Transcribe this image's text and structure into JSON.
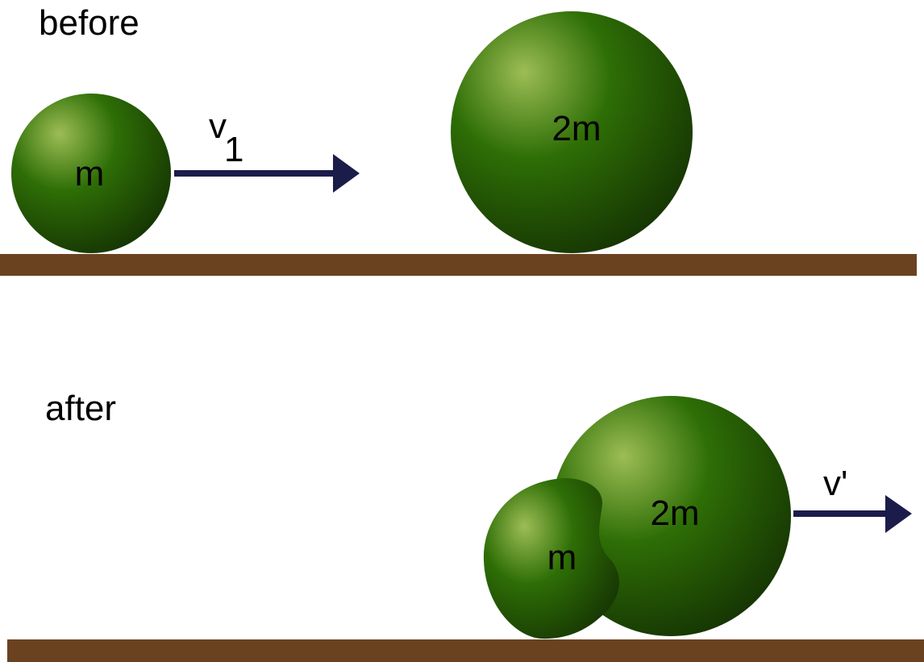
{
  "before": {
    "title": "before",
    "small_mass": {
      "label": "m"
    },
    "large_mass": {
      "label": "2m"
    },
    "velocity": {
      "symbol": "v",
      "subscript": "1"
    }
  },
  "after": {
    "title": "after",
    "small_mass": {
      "label": "m"
    },
    "large_mass": {
      "label": "2m"
    },
    "velocity": {
      "symbol": "v'"
    }
  },
  "colors": {
    "ball_light": "#9dbd55",
    "ball_mid": "#2e6e06",
    "ball_dark": "#163603",
    "ground": "#6b4220",
    "arrow": "#1c1c4a"
  }
}
